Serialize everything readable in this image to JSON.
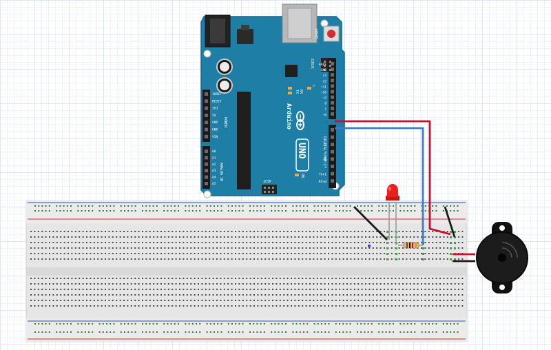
{
  "board": {
    "brand": "Arduino",
    "model": "UNO",
    "icsp_top": "ICSP2",
    "icsp_bottom": "ICSP",
    "reset": "RESET",
    "on": "ON",
    "tx": "TX",
    "rx": "RX",
    "l": "L",
    "digital": "DIGITAL (PWM~)",
    "analog": "ANALOG IN",
    "power_label": "POWER",
    "power_pins": [
      "IOREF",
      "RESET",
      "3V3",
      "5V",
      "GND",
      "GND",
      "VIN"
    ],
    "analog_pins": [
      "A0",
      "A1",
      "A2",
      "A3",
      "A4",
      "A5"
    ],
    "digital_pins": [
      "AREF",
      "GND",
      "13",
      "12",
      "~11",
      "~10",
      "~9",
      "8",
      "7",
      "~6",
      "~5",
      "4",
      "~3",
      "2",
      "TX▸1",
      "RX◂0"
    ]
  },
  "colors": {
    "board": "#1f7ea5",
    "wire_red": "#c8102e",
    "wire_blue": "#3d7fc0",
    "wire_black": "#1a1a1a",
    "breadboard": "#e8e8e8",
    "rail_red": "#d9534f",
    "rail_blue": "#4a6fd1",
    "led": "#e8201e",
    "buzzer": "#111111"
  }
}
